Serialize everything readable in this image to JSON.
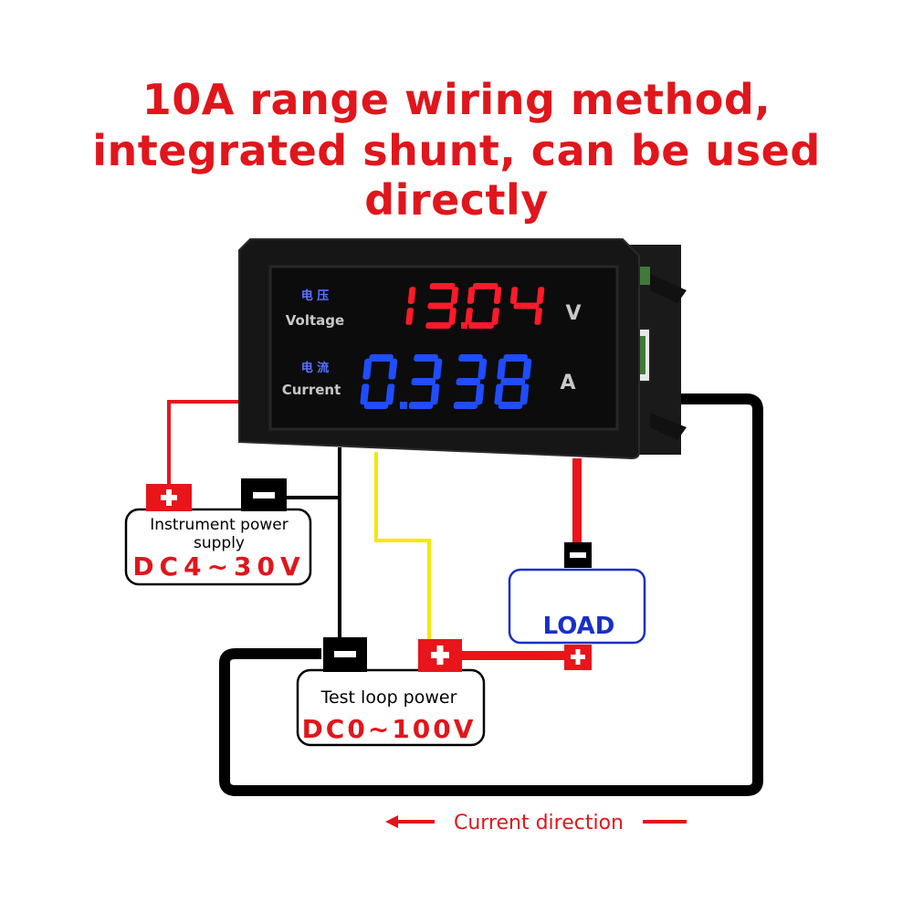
{
  "title": {
    "line1": "10A range wiring method,",
    "line2": "integrated shunt, can be used directly"
  },
  "meter": {
    "voltage_label_cn": "电 压",
    "voltage_label": "Voltage",
    "current_label_cn": "电 流",
    "current_label": "Current",
    "voltage_reading": "13.04",
    "voltage_unit": "V",
    "current_reading": "0.338",
    "current_unit": "A"
  },
  "instrument_supply": {
    "line1": "Instrument power",
    "line2": "supply",
    "range": "DC4~30V"
  },
  "test_supply": {
    "label": "Test loop power",
    "range": "DC0~100V"
  },
  "load": {
    "label": "LOAD"
  },
  "current_direction": {
    "label": "Current direction"
  },
  "colors": {
    "title_red": "#e0161c",
    "wire_red": "#e8151b",
    "wire_yellow": "#f5e800",
    "wire_black": "#000000",
    "digit_red": "#ff1a2a",
    "digit_blue": "#1f4dff",
    "load_blue": "#1830c8"
  },
  "icons": [
    "plus-terminal-icon",
    "minus-terminal-icon",
    "arrow-left-icon"
  ]
}
